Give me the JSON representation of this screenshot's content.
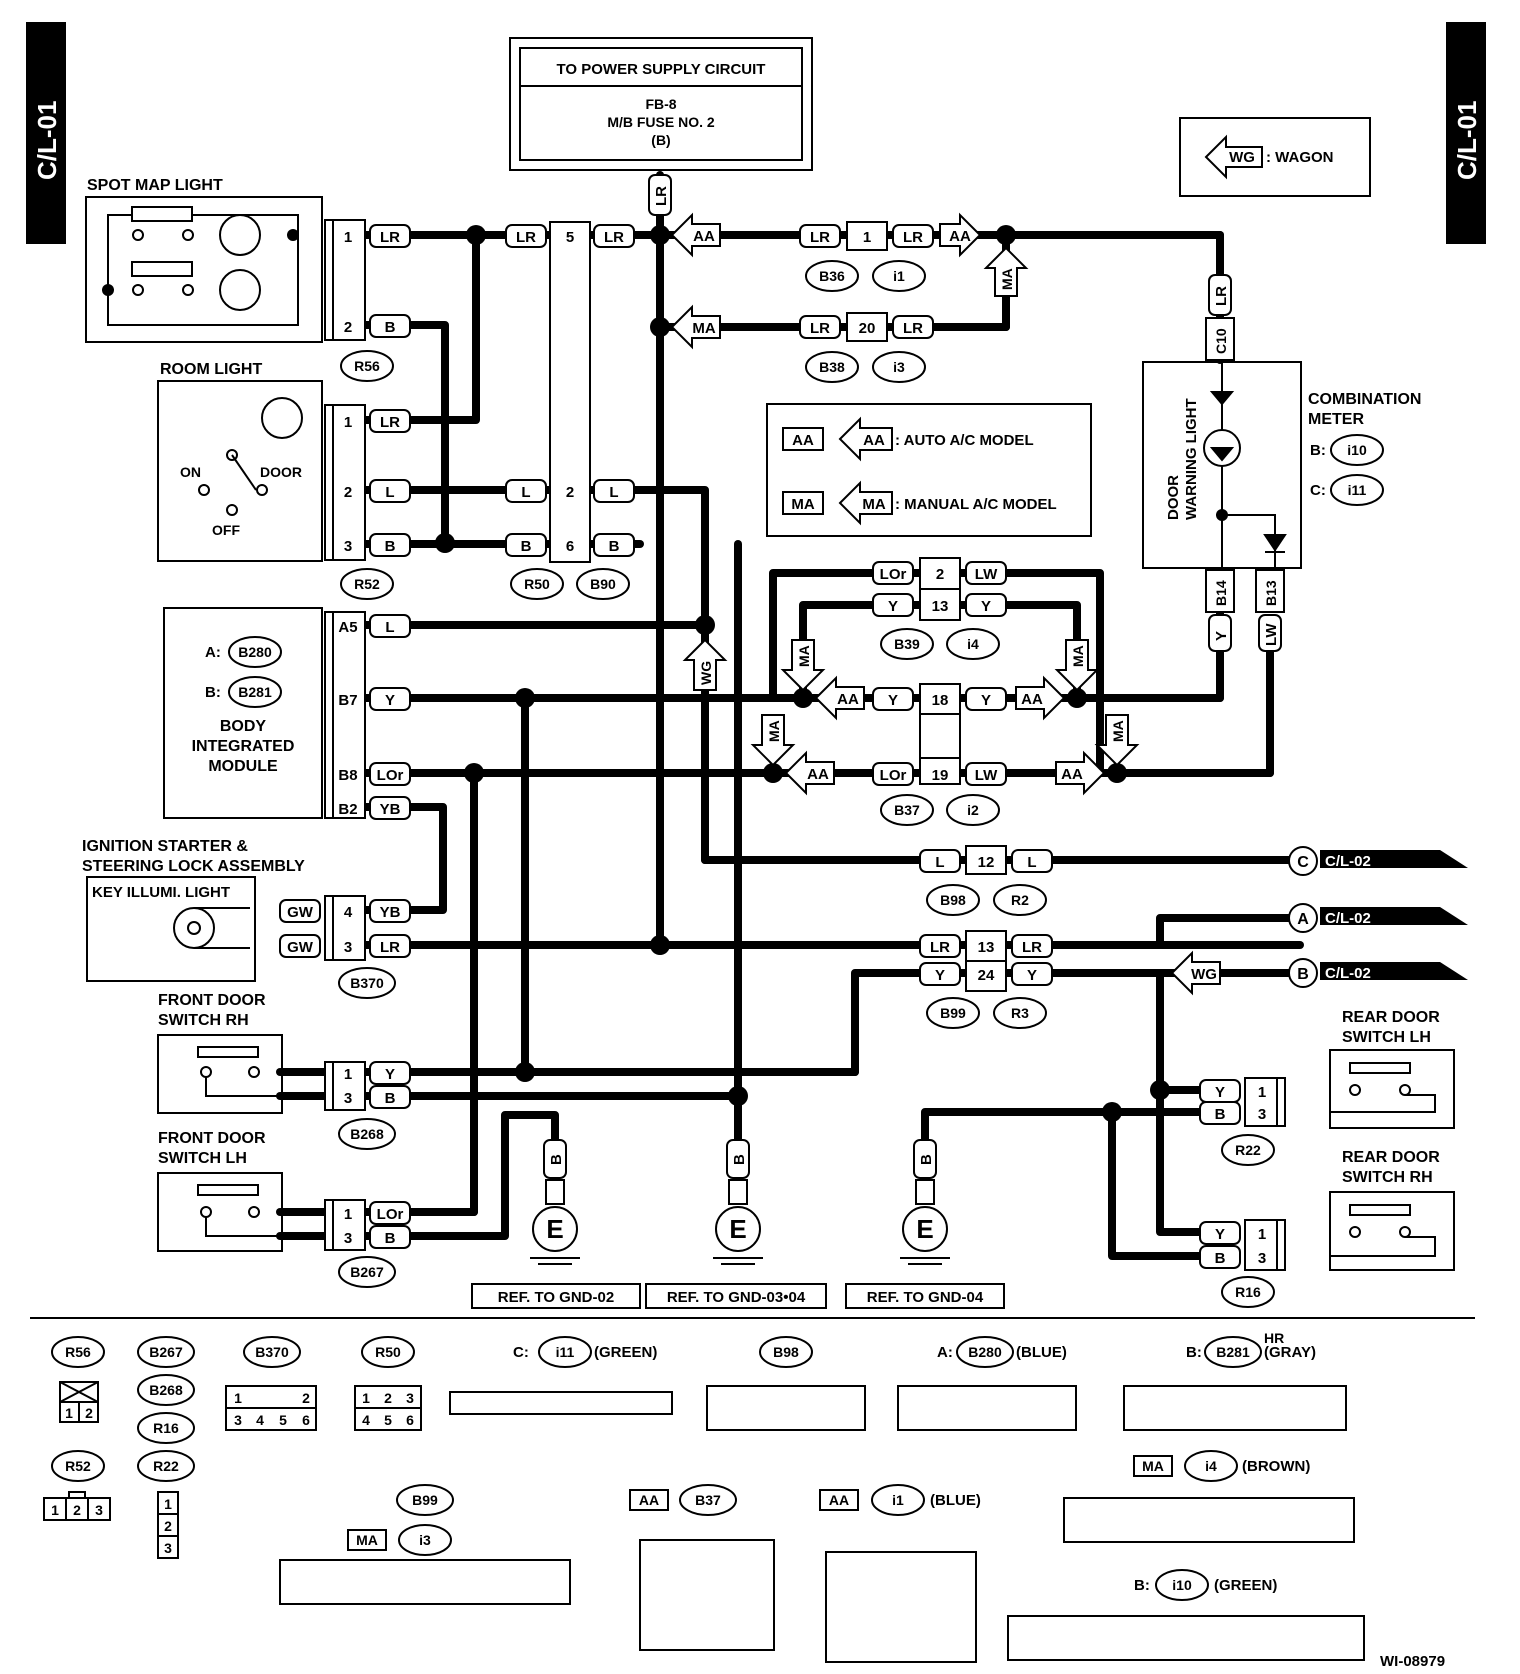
{
  "page_tag": "C/L-01",
  "footer_code": "WI-08979",
  "power": {
    "line1": "TO POWER SUPPLY CIRCUIT",
    "line2": "FB-8",
    "line3": "M/B FUSE NO. 2",
    "line4": "(B)"
  },
  "legend_wagon": {
    "code": "WG",
    "text": ": WAGON"
  },
  "legend_models": [
    {
      "code": "AA",
      "text": ": AUTO A/C MODEL"
    },
    {
      "code": "MA",
      "text": ": MANUAL A/C MODEL"
    }
  ],
  "components": {
    "spot_map_light": "SPOT MAP LIGHT",
    "room_light": "ROOM LIGHT",
    "room_on": "ON",
    "room_off": "OFF",
    "room_door": "DOOR",
    "bim_a": "A:",
    "bim_b": "B:",
    "bim_line1": "BODY",
    "bim_line2": "INTEGRATED",
    "bim_line3": "MODULE",
    "ign_line1": "IGNITION STARTER &",
    "ign_line2": "STEERING LOCK ASSEMBLY",
    "key_illum": "KEY ILLUMI. LIGHT",
    "fdrh_line1": "FRONT DOOR",
    "fdrh_line2": "SWITCH RH",
    "fdlh_line1": "FRONT DOOR",
    "fdlh_line2": "SWITCH LH",
    "rdlh_line1": "REAR DOOR",
    "rdlh_line2": "SWITCH LH",
    "rdrh_line1": "REAR DOOR",
    "rdrh_line2": "SWITCH RH",
    "cm_line1": "COMBINATION",
    "cm_line2": "METER",
    "cm_b": "B:",
    "cm_c": "C:",
    "dwl_line1": "DOOR",
    "dwl_line2": "WARNING LIGHT"
  },
  "connectors": {
    "r56": "R56",
    "r52": "R52",
    "r50": "R50",
    "b90": "B90",
    "b36": "B36",
    "i1": "i1",
    "b38": "B38",
    "i3": "i3",
    "b280": "B280",
    "b281": "B281",
    "b39": "B39",
    "i4": "i4",
    "b37": "B37",
    "i2": "i2",
    "b98": "B98",
    "r2": "R2",
    "b370": "B370",
    "b99": "B99",
    "r3": "R3",
    "b268": "B268",
    "b267": "B267",
    "r22": "R22",
    "r16": "R16",
    "i10": "i10",
    "i11": "i11",
    "c10": "C10",
    "b14": "B14",
    "b13": "B13"
  },
  "wires": {
    "lr": "LR",
    "b": "B",
    "l": "L",
    "y": "Y",
    "lor": "LOr",
    "yb": "YB",
    "gw": "GW",
    "lw": "LW"
  },
  "arrows": {
    "aa": "AA",
    "ma": "MA",
    "wg": "WG"
  },
  "pins": {
    "p1": "1",
    "p2": "2",
    "p3": "3",
    "p4": "4",
    "p5": "5",
    "p6": "6",
    "p12": "12",
    "p13": "13",
    "p18": "18",
    "p19": "19",
    "p20": "20",
    "p24": "24",
    "a5": "A5",
    "b7": "B7",
    "b8": "B8",
    "b2": "B2"
  },
  "continuation": [
    {
      "letter": "C",
      "ref": "C/L-02"
    },
    {
      "letter": "A",
      "ref": "C/L-02"
    },
    {
      "letter": "B",
      "ref": "C/L-02"
    }
  ],
  "grounds": {
    "e": "E",
    "g1": "REF. TO GND-02",
    "g2": "REF. TO GND-03•04",
    "g3": "REF. TO GND-04"
  },
  "bottom": {
    "c_label": "C:",
    "green": "(GREEN)",
    "a_label": "A:",
    "blue": "(BLUE)",
    "b_label": "B:",
    "hr": "HR",
    "gray": "(GRAY)",
    "brown": "(BROWN)",
    "blue2": "(BLUE)",
    "green2": "(GREEN)",
    "b10": "B:"
  }
}
